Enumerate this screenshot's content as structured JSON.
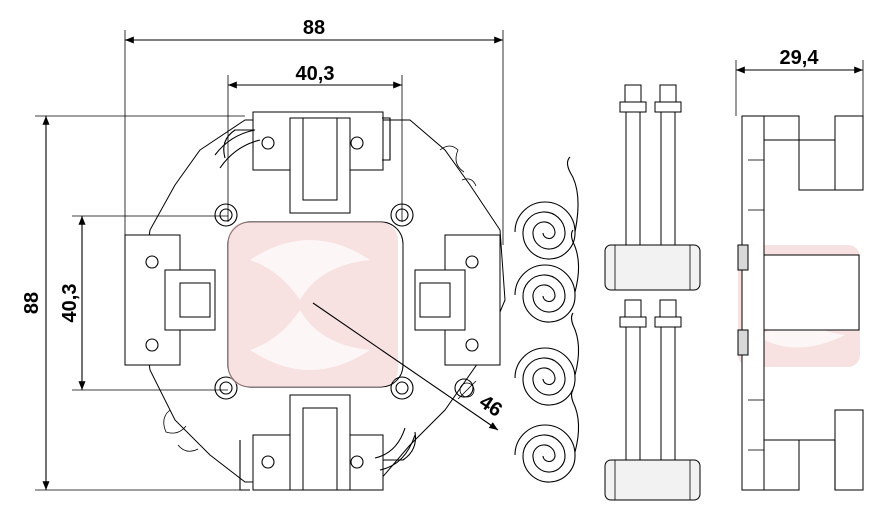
{
  "dimensions": {
    "overall_width": "88",
    "overall_height": "88",
    "inner_width": "40,3",
    "inner_height": "40,3",
    "diameter": "46",
    "side_depth": "29,4"
  },
  "colors": {
    "line": "#000000",
    "watermark": "#f3c9c9"
  },
  "icons": {
    "watermark": "logo-watermark"
  }
}
